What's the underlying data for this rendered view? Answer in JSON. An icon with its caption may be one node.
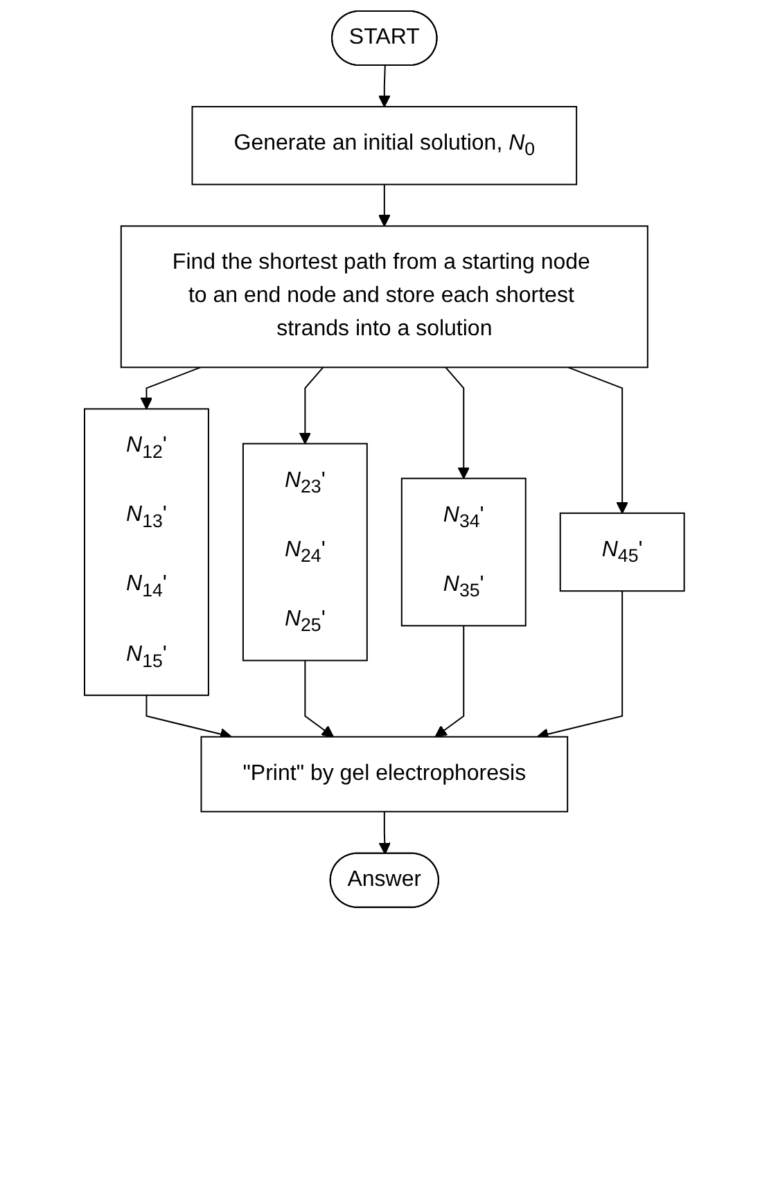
{
  "diagram": {
    "nodes": [
      {
        "text": [
          "START"
        ]
      },
      {
        "text": [
          "Generate an initial solution, *N*$_{0}$"
        ]
      },
      {
        "text": [
          "Find the shortest path from a starting node to an end node and store each shortest strands into a solution"
        ]
      },
      {
        "text": [
          "*N*$_{12}$'",
          "*N*$_{13}$'",
          "*N*$_{14}$'",
          "*N*$_{15}$'"
        ]
      },
      {
        "text": [
          "*N*$_{23}$'",
          "*N*$_{24}$'",
          "*N*$_{25}$'"
        ]
      },
      {
        "text": [
          "*N*$_{34}$'",
          "*N*$_{35}$'"
        ]
      },
      {
        "text": [
          "*N*$_{45}$'"
        ]
      },
      {
        "text": [
          "\"Print\" by gel electrophoresis"
        ]
      },
      {
        "text": [
          "Answer"
        ]
      }
    ],
    "edges": [
      {
        "from": 0,
        "to": 1,
        "arrow": "to"
      },
      {
        "from": 1,
        "to": 2,
        "arrow": "to"
      },
      {
        "from": 2,
        "to": 3,
        "arrow": "to"
      },
      {
        "from": 2,
        "to": 4,
        "arrow": "to"
      },
      {
        "from": 2,
        "to": 5,
        "arrow": "to"
      },
      {
        "from": 2,
        "to": 6,
        "arrow": "to"
      },
      {
        "from": 3,
        "to": 7,
        "arrow": "to"
      },
      {
        "from": 4,
        "to": 7,
        "arrow": "to"
      },
      {
        "from": 5,
        "to": 7,
        "arrow": "to"
      },
      {
        "from": 6,
        "to": 7,
        "arrow": "to"
      },
      {
        "from": 7,
        "to": 8,
        "arrow": "to"
      }
    ]
  }
}
